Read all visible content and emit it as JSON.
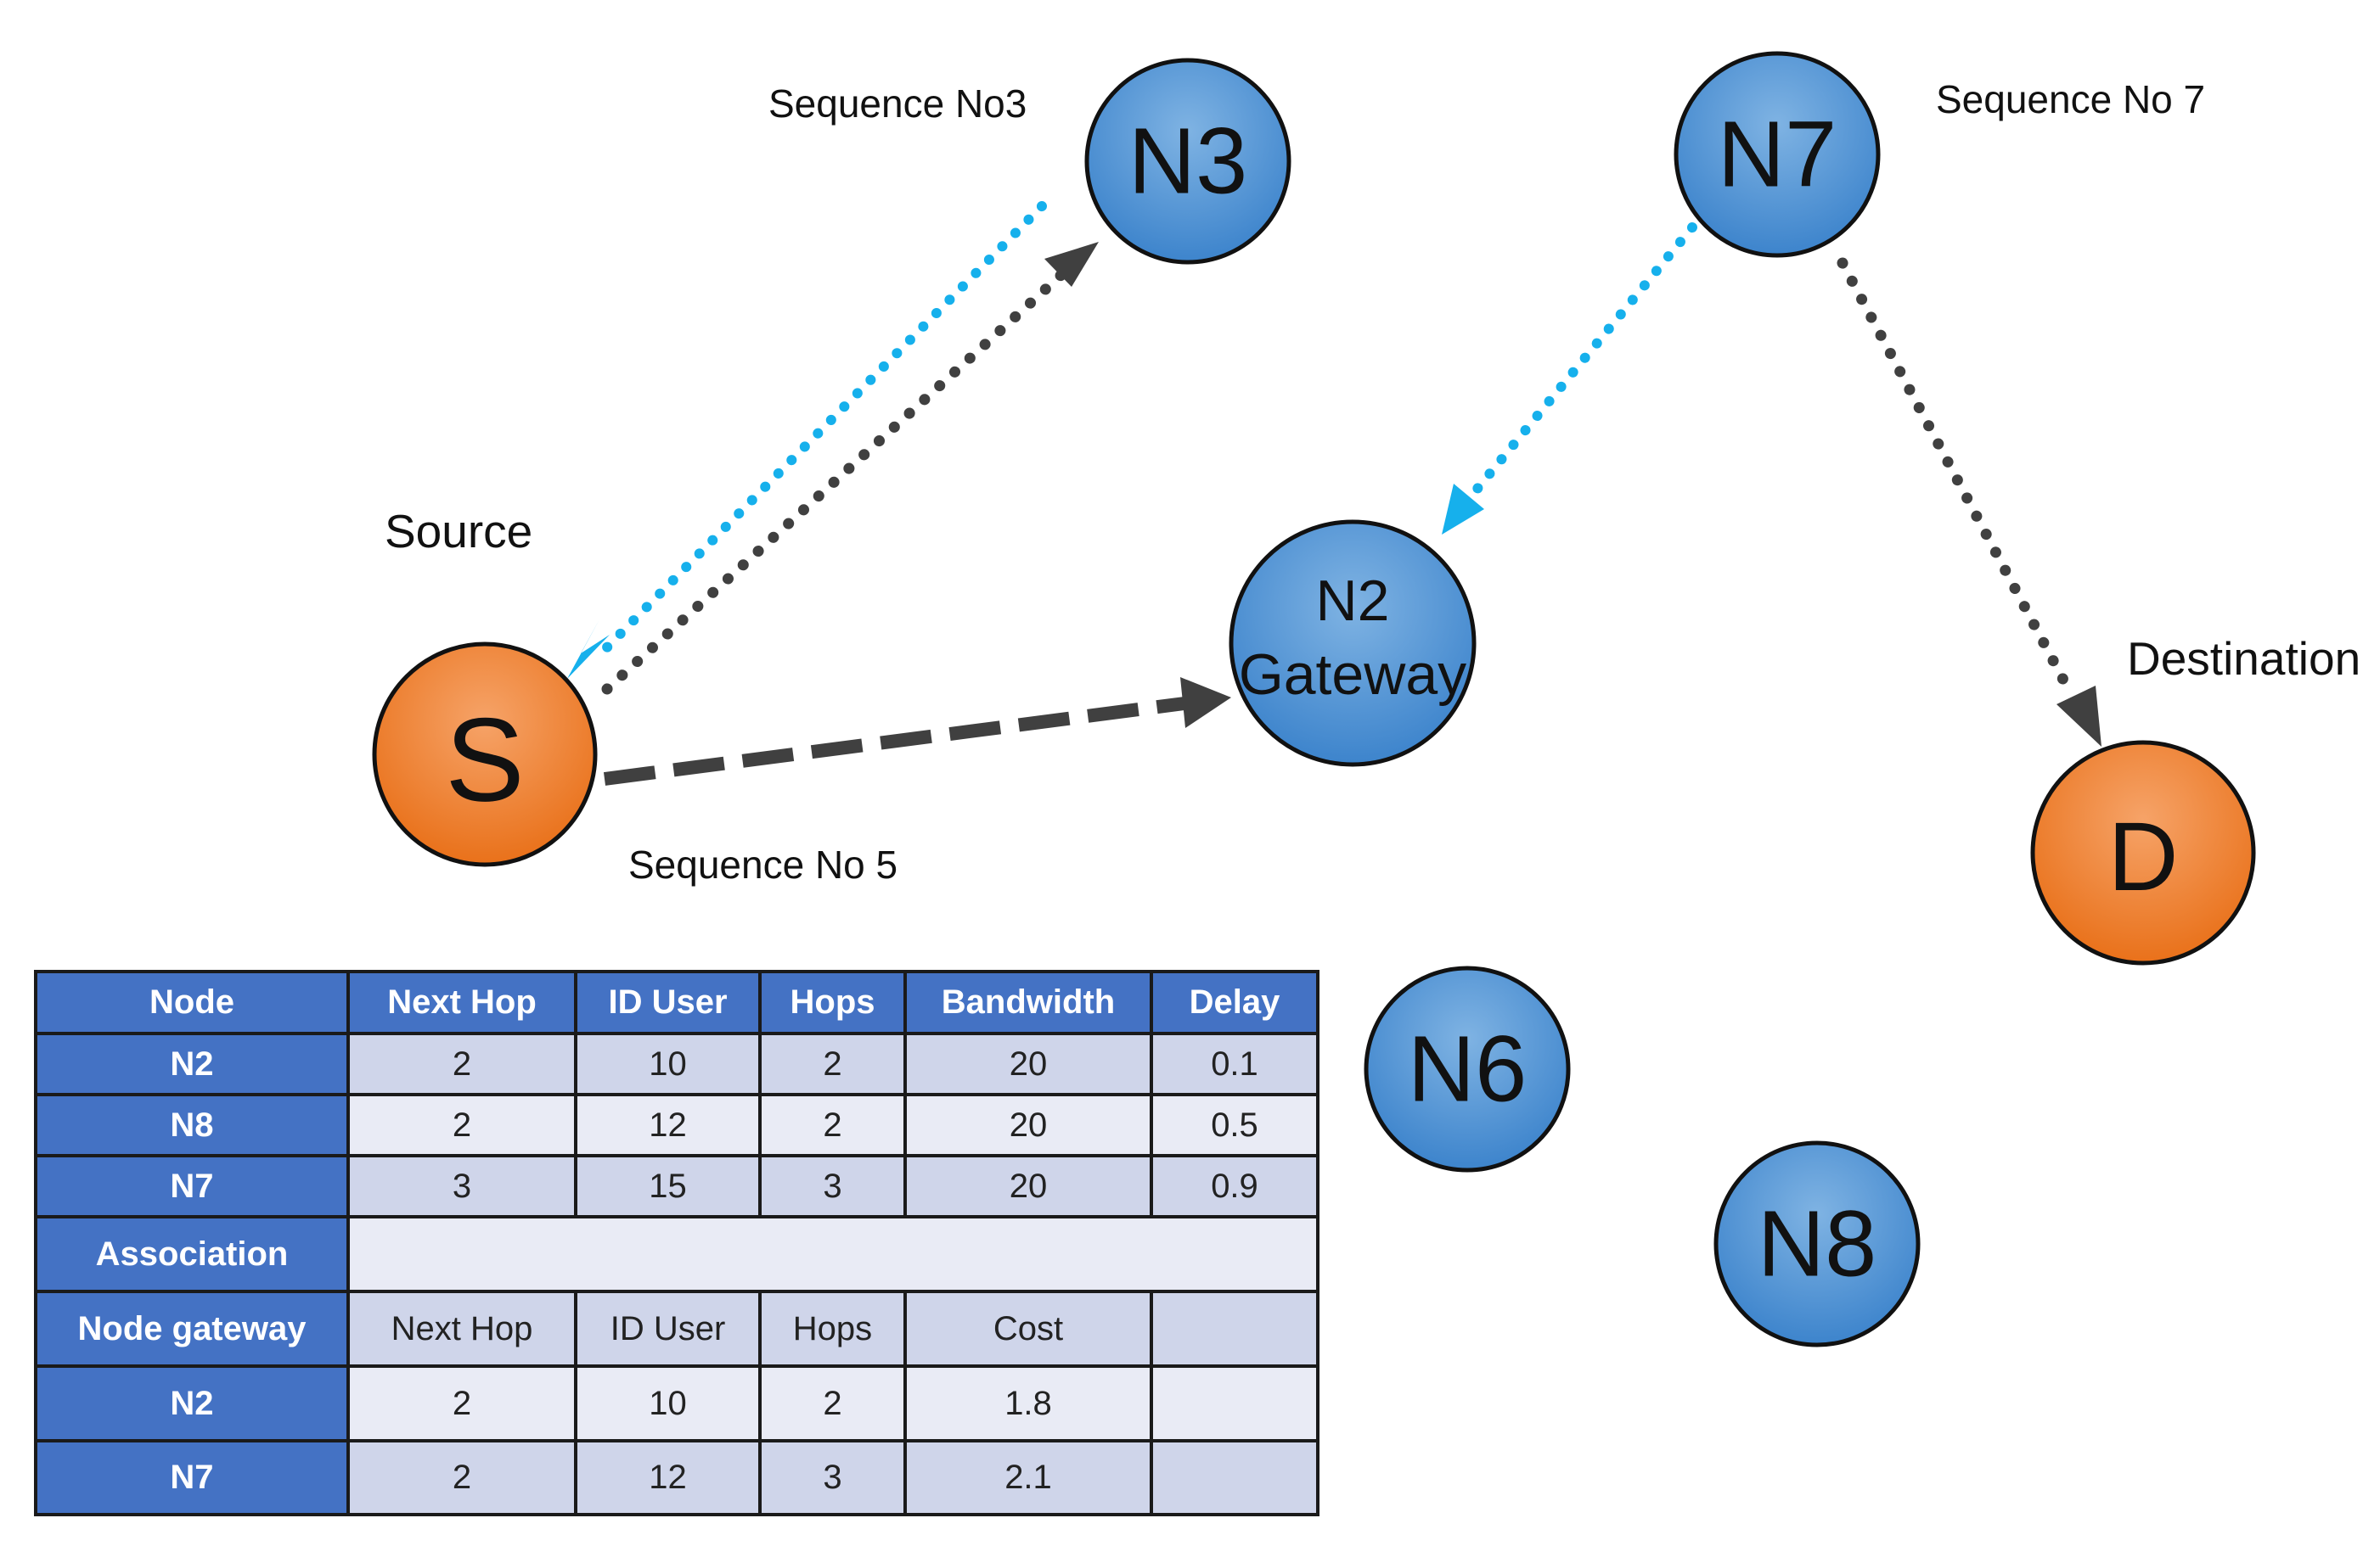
{
  "colors": {
    "blue_node": "#5b9bd5",
    "orange_node": "#ed7d31",
    "arrow_dark": "#404040",
    "arrow_cyan": "#16b0ec",
    "table_header": "#4472c4",
    "table_row_dark": "#cfd5ea",
    "table_row_light": "#e9ebf5"
  },
  "nodes": {
    "n3": "N3",
    "n7": "N7",
    "n2_line1": "N2",
    "n2_line2": "Gateway",
    "s": "S",
    "d": "D",
    "n6": "N6",
    "n8": "N8"
  },
  "labels": {
    "seq_n3": "Sequence No3",
    "seq_n7": "Sequence No 7",
    "seq_s": "Sequence No 5",
    "source": "Source",
    "destination": "Destination"
  },
  "table": {
    "header": [
      "Node",
      "Next Hop",
      "ID User",
      "Hops",
      "Bandwidth",
      "Delay"
    ],
    "rows": [
      [
        "N2",
        "2",
        "10",
        "2",
        "20",
        "0.1"
      ],
      [
        "N8",
        "2",
        "12",
        "2",
        "20",
        "0.5"
      ],
      [
        "N7",
        "3",
        "15",
        "3",
        "20",
        "0.9"
      ]
    ],
    "association_label": "Association",
    "gateway_header": [
      "Node gateway",
      "Next Hop",
      "ID User",
      "Hops",
      "Cost"
    ],
    "gateway_rows": [
      [
        "N2",
        "2",
        "10",
        "2",
        "1.8"
      ],
      [
        "N7",
        "2",
        "12",
        "3",
        "2.1"
      ]
    ]
  }
}
